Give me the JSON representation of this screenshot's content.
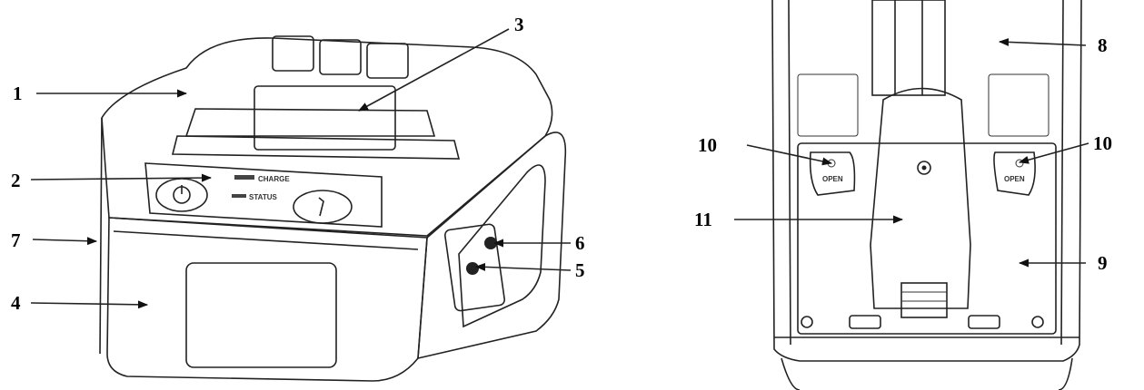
{
  "front_view": {
    "panel_text": {
      "charge": "CHARGE",
      "status": "STATUS"
    },
    "callouts": [
      {
        "id": "c1",
        "label": "1"
      },
      {
        "id": "c2",
        "label": "2"
      },
      {
        "id": "c3",
        "label": "3"
      },
      {
        "id": "c4",
        "label": "4"
      },
      {
        "id": "c5",
        "label": "5"
      },
      {
        "id": "c6",
        "label": "6"
      },
      {
        "id": "c7",
        "label": "7"
      }
    ]
  },
  "back_view": {
    "latch_text": "OPEN",
    "callouts": [
      {
        "id": "c8",
        "label": "8"
      },
      {
        "id": "c9",
        "label": "9"
      },
      {
        "id": "c10a",
        "label": "10"
      },
      {
        "id": "c10b",
        "label": "10"
      },
      {
        "id": "c11",
        "label": "11"
      }
    ]
  }
}
